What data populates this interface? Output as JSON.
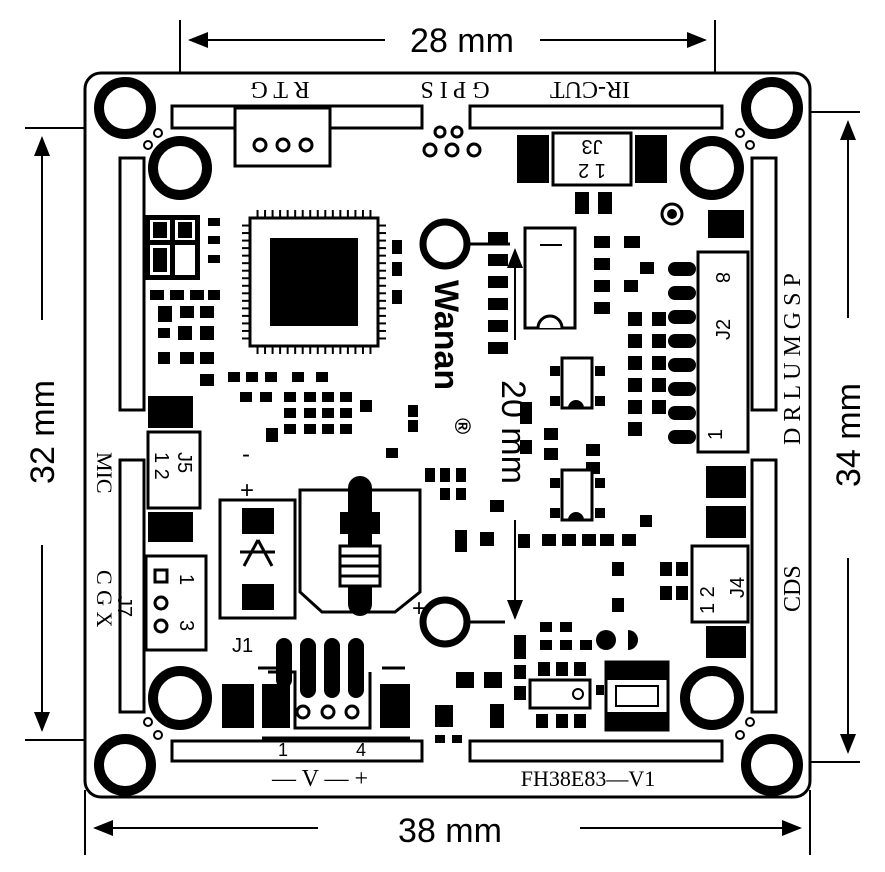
{
  "dimensions": {
    "top_width": "28 mm",
    "bottom_width": "38 mm",
    "left_height": "32 mm",
    "right_height": "34 mm",
    "center_height": "20 mm"
  },
  "silkscreen": {
    "rtg": "R T G",
    "gpis": "G P I S",
    "ircut": "IR-CUT",
    "j3": "J3",
    "j3_pins": "1 2",
    "drlumgsp": "D R L U M G S P",
    "j2": "J2",
    "j2_pin8": "8",
    "j2_pin1": "1",
    "mic": "MIC",
    "j5": "J5",
    "j5_pins": "1 2",
    "cgx": "C G X",
    "j7": "J7",
    "j7_pin1": "1",
    "j7_pin3": "3",
    "cds": "CDS",
    "j4": "J4",
    "j4_pins": "1 2",
    "j1": "J1",
    "j1_pin1": "1",
    "j1_pin4": "4",
    "power": "— V — +",
    "model": "FH38E83—V1",
    "brand": "Wanan",
    "registered": "®",
    "minus": "-",
    "plus": "+"
  },
  "colors": {
    "ink": "#000000",
    "paper": "#ffffff"
  }
}
